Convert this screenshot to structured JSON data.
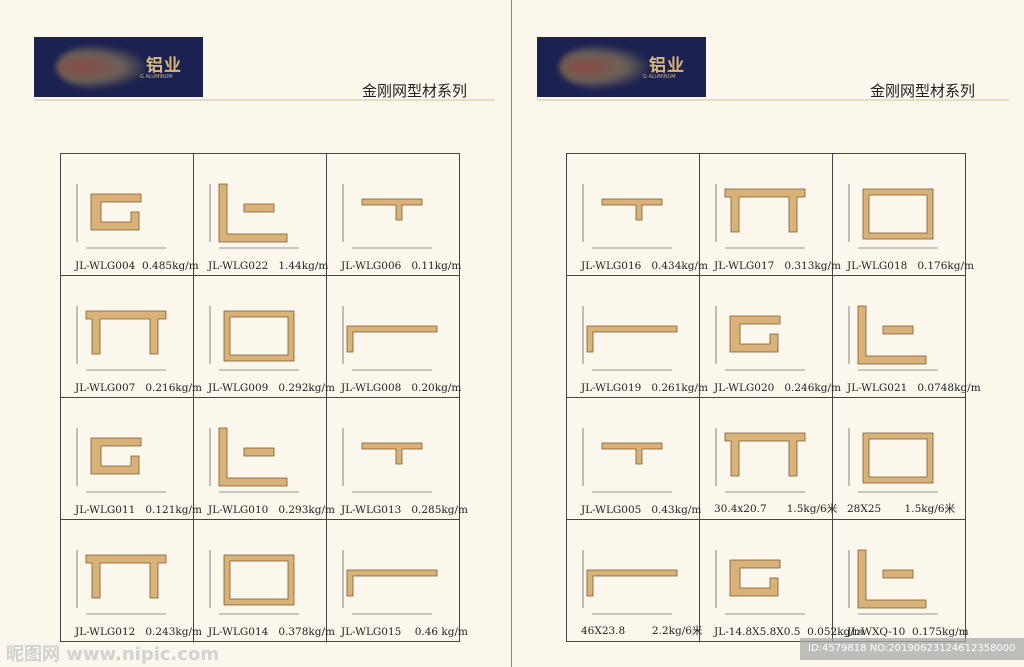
{
  "pages": [
    {
      "logo_text": "铝业",
      "logo_sub": "G ALUMINUM",
      "title": "金刚网型材系列",
      "captions": [
        "JL-WLG004  0.485kg/m",
        "JL-WLG022   1.44kg/m",
        "JL-WLG006   0.11kg/m",
        "JL-WLG007   0.216kg/m",
        "JL-WLG009   0.292kg/m",
        "JL-WLG008   0.20kg/m",
        "JL-WLG011   0.121kg/m",
        "JL-WLG010   0.293kg/m",
        "JL-WLG013   0.285kg/m",
        "JL-WLG012   0.243kg/m",
        "JL-WLG014   0.378kg/m",
        "JL-WLG015    0.46 kg/m"
      ]
    },
    {
      "logo_text": "铝业",
      "logo_sub": "G ALUMINUM",
      "title": "金刚网型材系列",
      "captions": [
        "JL-WLG016   0.434kg/m",
        "JL-WLG017   0.313kg/m",
        "JL-WLG018   0.176kg/m",
        "JL-WLG019   0.261kg/m",
        "JL-WLG020   0.246kg/m",
        "JL-WLG021   0.0748kg/m",
        "JL-WLG005   0.43kg/m",
        "30.4x20.7      1.5kg/6米",
        "28X25       1.5kg/6米",
        "46X23.8        2.2kg/6米",
        "JL-14.8X5.8X0.5  0.052kg/m",
        "JL-WXQ-10  0.175kg/m"
      ]
    }
  ],
  "watermark": "昵图网 www.nipic.com",
  "image_id": "ID:4579818 NO:20190623124612358000",
  "colors": {
    "profile": "#d9b27a",
    "logo_bg": "#1b2150"
  }
}
